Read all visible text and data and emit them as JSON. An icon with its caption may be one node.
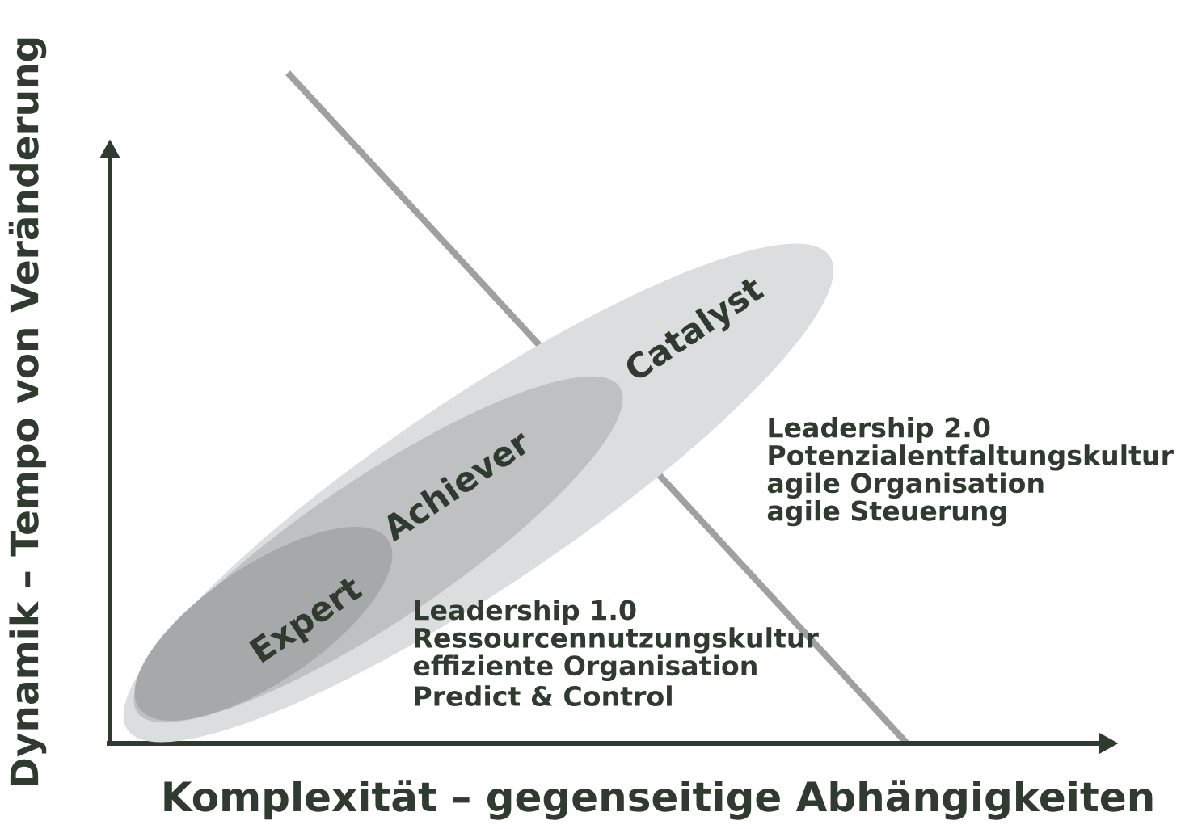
{
  "diagram": {
    "nodes": [
      {
        "text": [
          "Catalyst"
        ]
      },
      {
        "text": [
          "Achiever"
        ],
        "in": 0
      },
      {
        "text": [
          "Expert"
        ],
        "in": 1
      }
    ],
    "labels": [
      "Leadership 2.0",
      "Potenzialentfaltungskultur",
      "agile Organisation",
      "agile Steuerung",
      "Leadership 1.0",
      "Ressourcennutzungskultur",
      "effiziente Organisation",
      "Predict & Control",
      "Dynamik – Tempo von Veränderung",
      "Komplexität – gegenseitige Abhängigkeiten"
    ]
  }
}
